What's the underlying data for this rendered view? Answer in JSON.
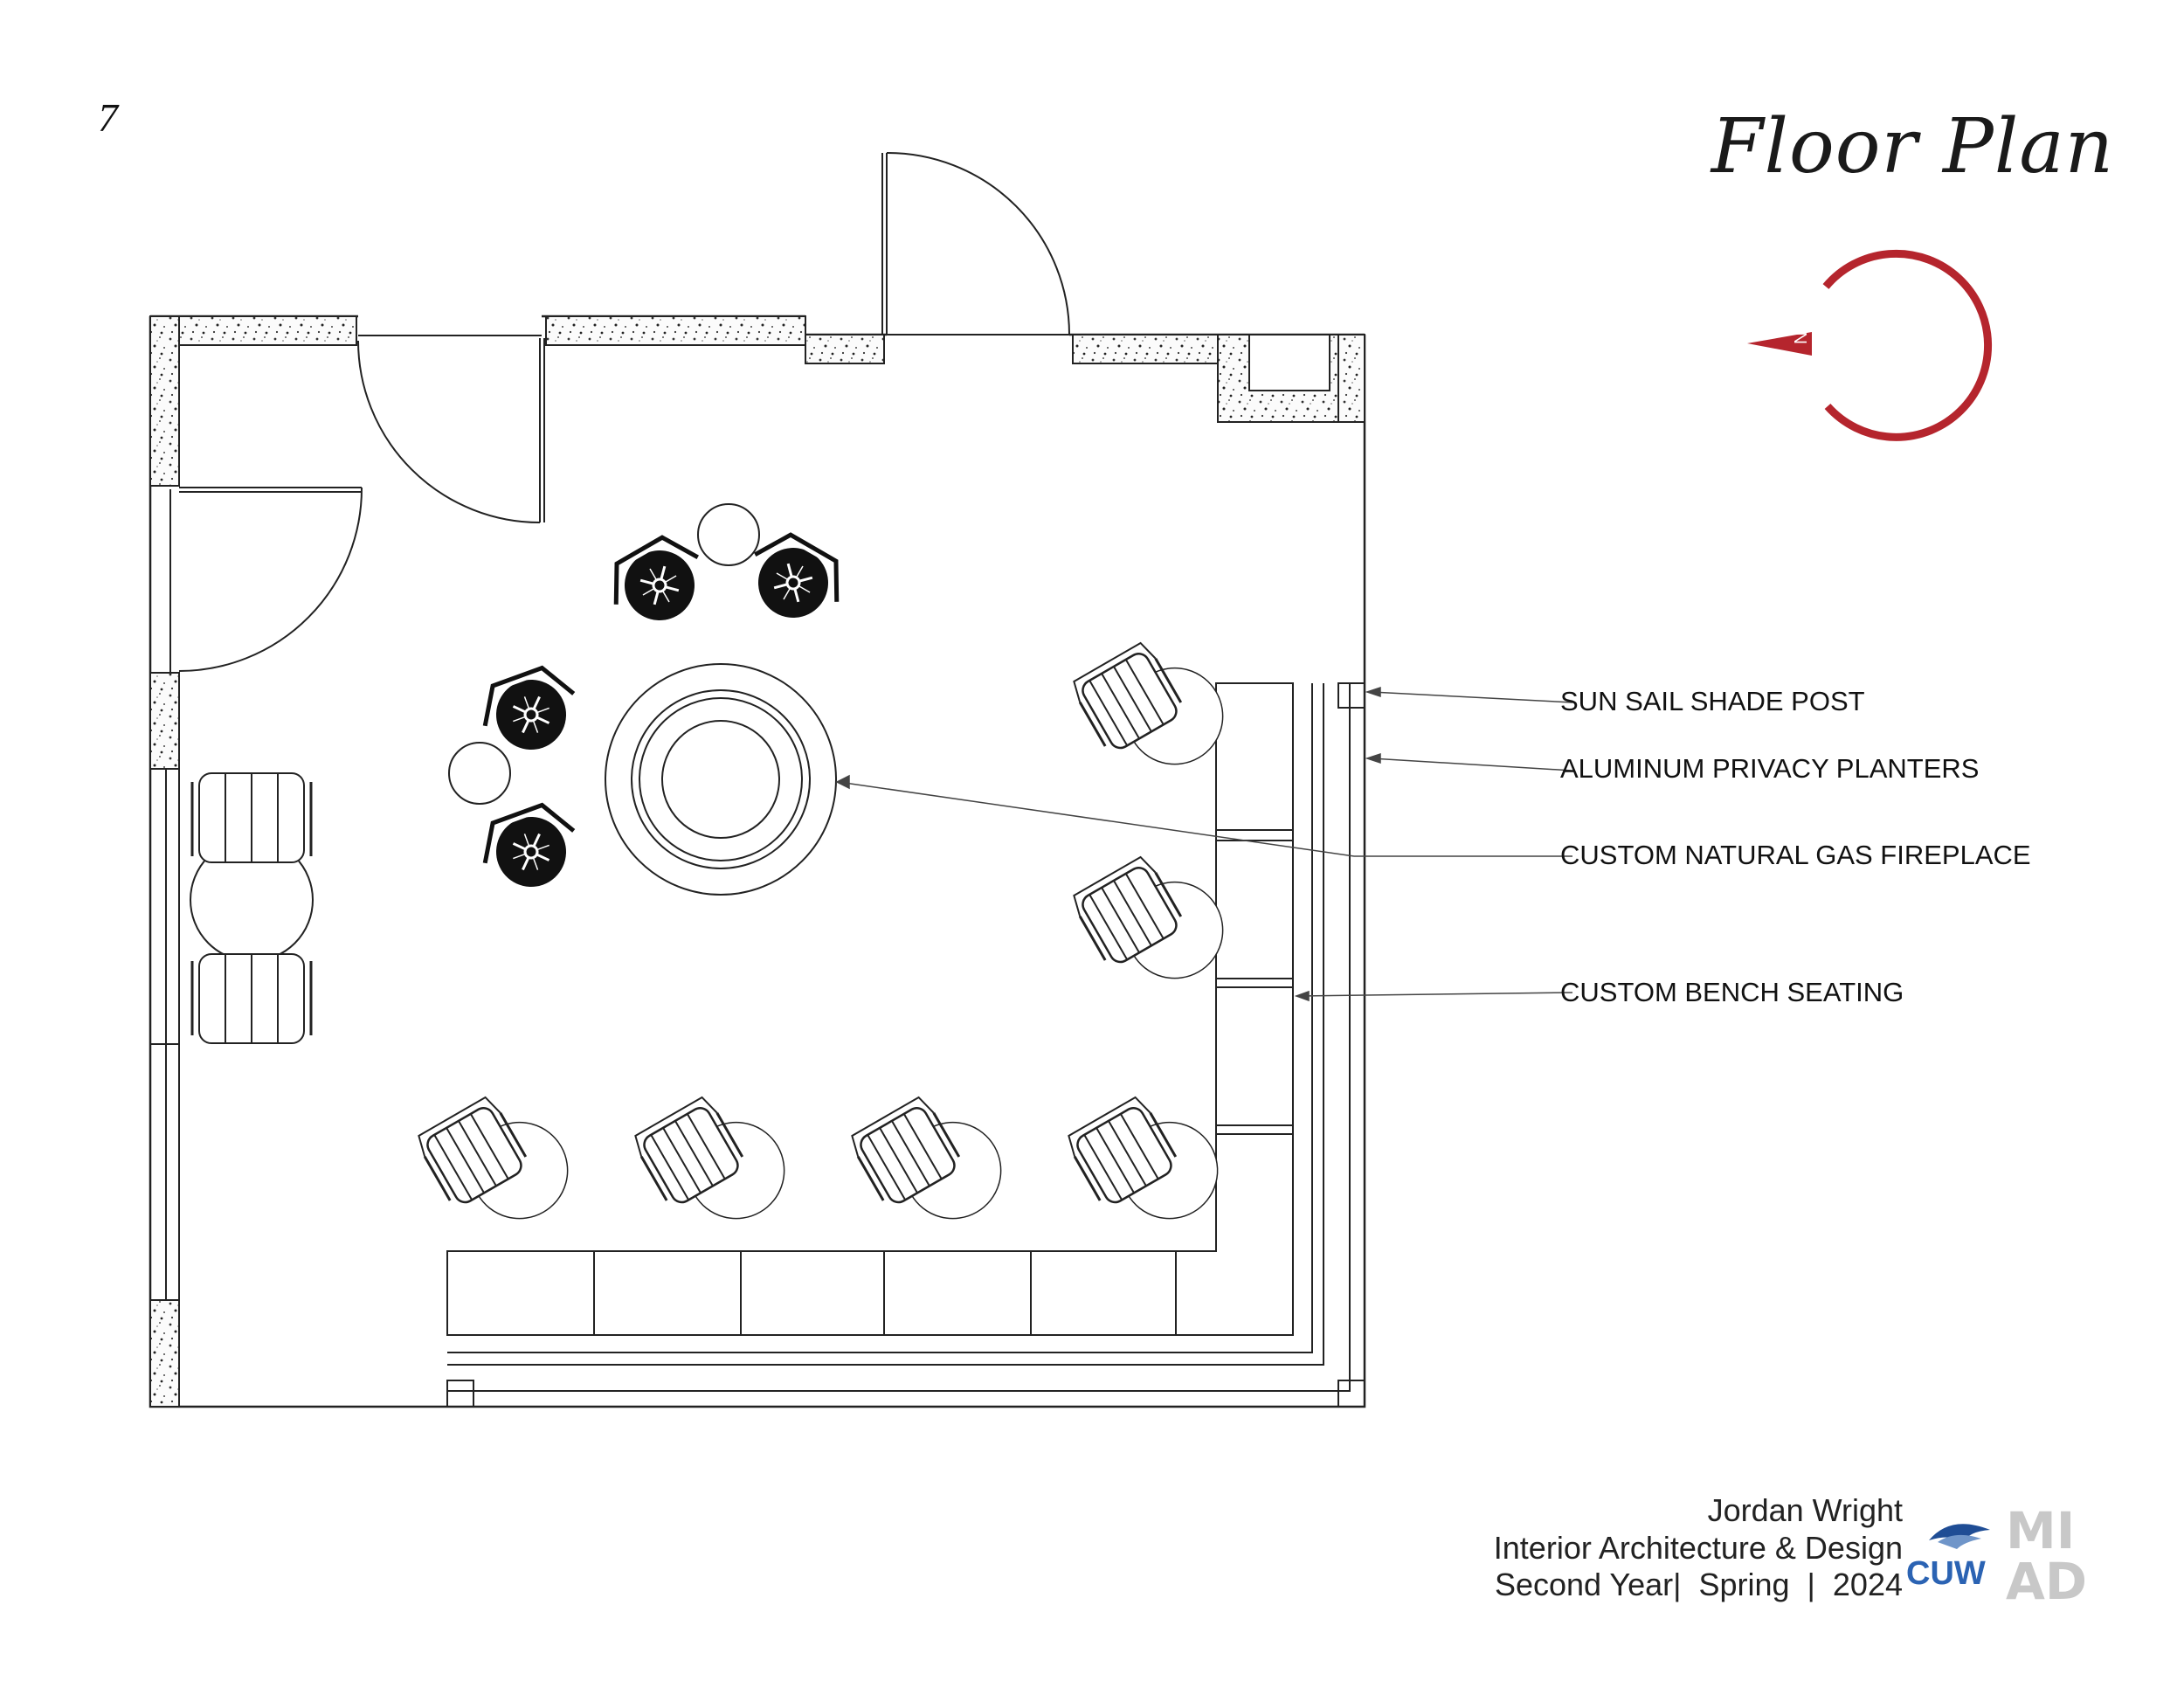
{
  "page_number": "7",
  "title": "Floor Plan",
  "north_arrow": {
    "label": "N",
    "color": "#b5252d"
  },
  "callouts": [
    {
      "id": "sun-sail-shade-post",
      "text": "SUN SAIL SHADE POST"
    },
    {
      "id": "aluminum-privacy-planters",
      "text": "ALUMINUM PRIVACY PLANTERS"
    },
    {
      "id": "custom-natural-gas-fireplace",
      "text": "CUSTOM NATURAL GAS FIREPLACE"
    },
    {
      "id": "custom-bench-seating",
      "text": "CUSTOM BENCH SEATING"
    }
  ],
  "credits": {
    "name": "Jordan Wright",
    "program": "Interior Architecture & Design",
    "term": "Second Year|  Spring  |  2024"
  },
  "logos": {
    "cuw": {
      "text": "CUW",
      "color": "#2b63b3"
    },
    "miad": {
      "text": "MIAD",
      "color": "#c8c8c8"
    }
  }
}
